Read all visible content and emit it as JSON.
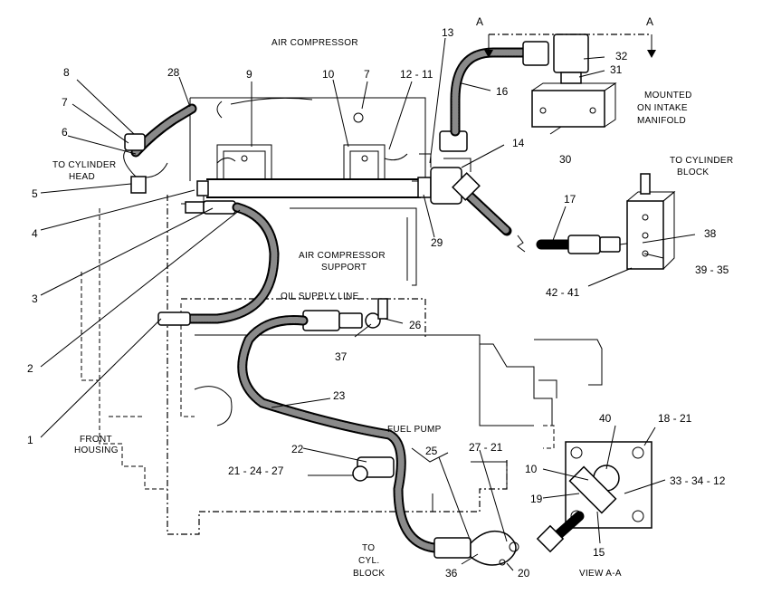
{
  "diagram": {
    "section_marker": "A",
    "labels": {
      "air_compressor": "AIR COMPRESSOR",
      "to_cylinder_head_1": "TO CYLINDER",
      "to_cylinder_head_2": "HEAD",
      "mounted_1": "MOUNTED",
      "mounted_2": "ON INTAKE",
      "mounted_3": "MANIFOLD",
      "to_cylinder_block_1": "TO CYLINDER",
      "to_cylinder_block_2": "BLOCK",
      "compressor_support_1": "AIR COMPRESSOR",
      "compressor_support_2": "SUPPORT",
      "oil_supply_line": "OIL SUPPLY LINE",
      "fuel_pump": "FUEL PUMP",
      "front_housing_1": "FRONT",
      "front_housing_2": "HOUSING",
      "to_cyl_block_1": "TO",
      "to_cyl_block_2": "CYL.",
      "to_cyl_block_3": "BLOCK",
      "view_aa": "VIEW A-A"
    },
    "callouts": {
      "c1": "1",
      "c2": "2",
      "c3": "3",
      "c4": "4",
      "c5": "5",
      "c6": "6",
      "c7a": "7",
      "c7b": "7",
      "c8": "8",
      "c9": "9",
      "c10a": "10",
      "c10b": "10",
      "c12_11": "12 - 11",
      "c13": "13",
      "c14": "14",
      "c15": "15",
      "c16": "16",
      "c17": "17",
      "c18_21": "18 - 21",
      "c19": "19",
      "c20": "20",
      "c21_24_27": "21 - 24 - 27",
      "c22": "22",
      "c23": "23",
      "c25": "25",
      "c26": "26",
      "c27_21": "27 - 21",
      "c28": "28",
      "c29": "29",
      "c30": "30",
      "c31": "31",
      "c32": "32",
      "c33_34_12": "33 - 34 - 12",
      "c36": "36",
      "c37": "37",
      "c38": "38",
      "c39_35": "39 - 35",
      "c40": "40",
      "c42_41": "42 - 41"
    }
  }
}
